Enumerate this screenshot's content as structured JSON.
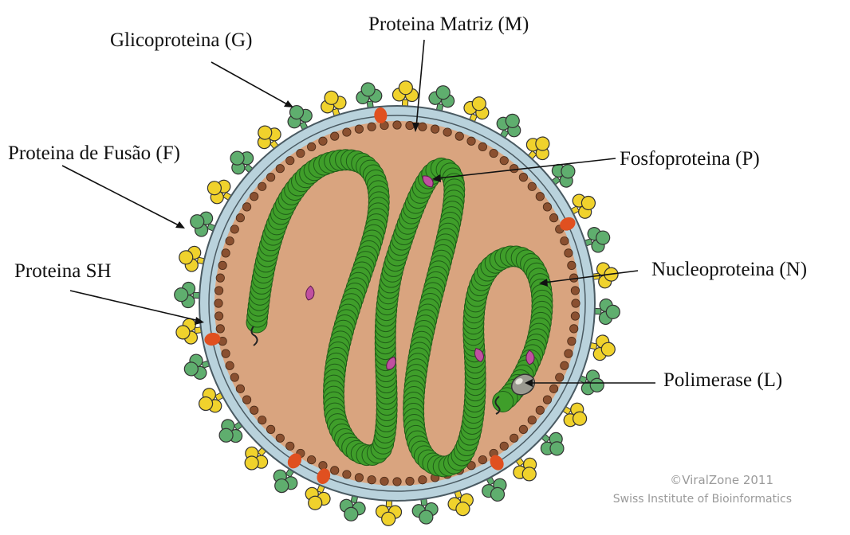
{
  "labels": {
    "glycoprotein": "Glicoproteina (G)",
    "matrix": "Proteina Matriz (M)",
    "fusion": "Proteina de Fusão (F)",
    "phosphoprotein": "Fosfoproteina (P)",
    "sh": "Proteina SH",
    "nucleoprotein": "Nucleoproteina (N)",
    "polymerase": "Polimerase (L)"
  },
  "credit": {
    "line1": "©ViralZone 2011",
    "line2": "Swiss Institute of Bioinformatics"
  },
  "colors": {
    "background": "#ffffff",
    "interior": "#d9a47f",
    "membrane": "#b9d2dc",
    "matrix": "#8a5030",
    "glycoprotein": "#5fae6e",
    "fusion": "#f0d22c",
    "sh": "#e05020",
    "nucleocapsid": "#3f9e2a",
    "phosphoprotein": "#c050a0",
    "polymerase": "#9a9a90",
    "credit_text": "#9a9a9a"
  },
  "icons": {
    "glycoprotein": "green-trefoil-spike",
    "fusion": "yellow-trefoil-spike",
    "sh": "red-oval",
    "phosphoprotein": "pink-droplet",
    "polymerase": "grey-ellipse"
  }
}
